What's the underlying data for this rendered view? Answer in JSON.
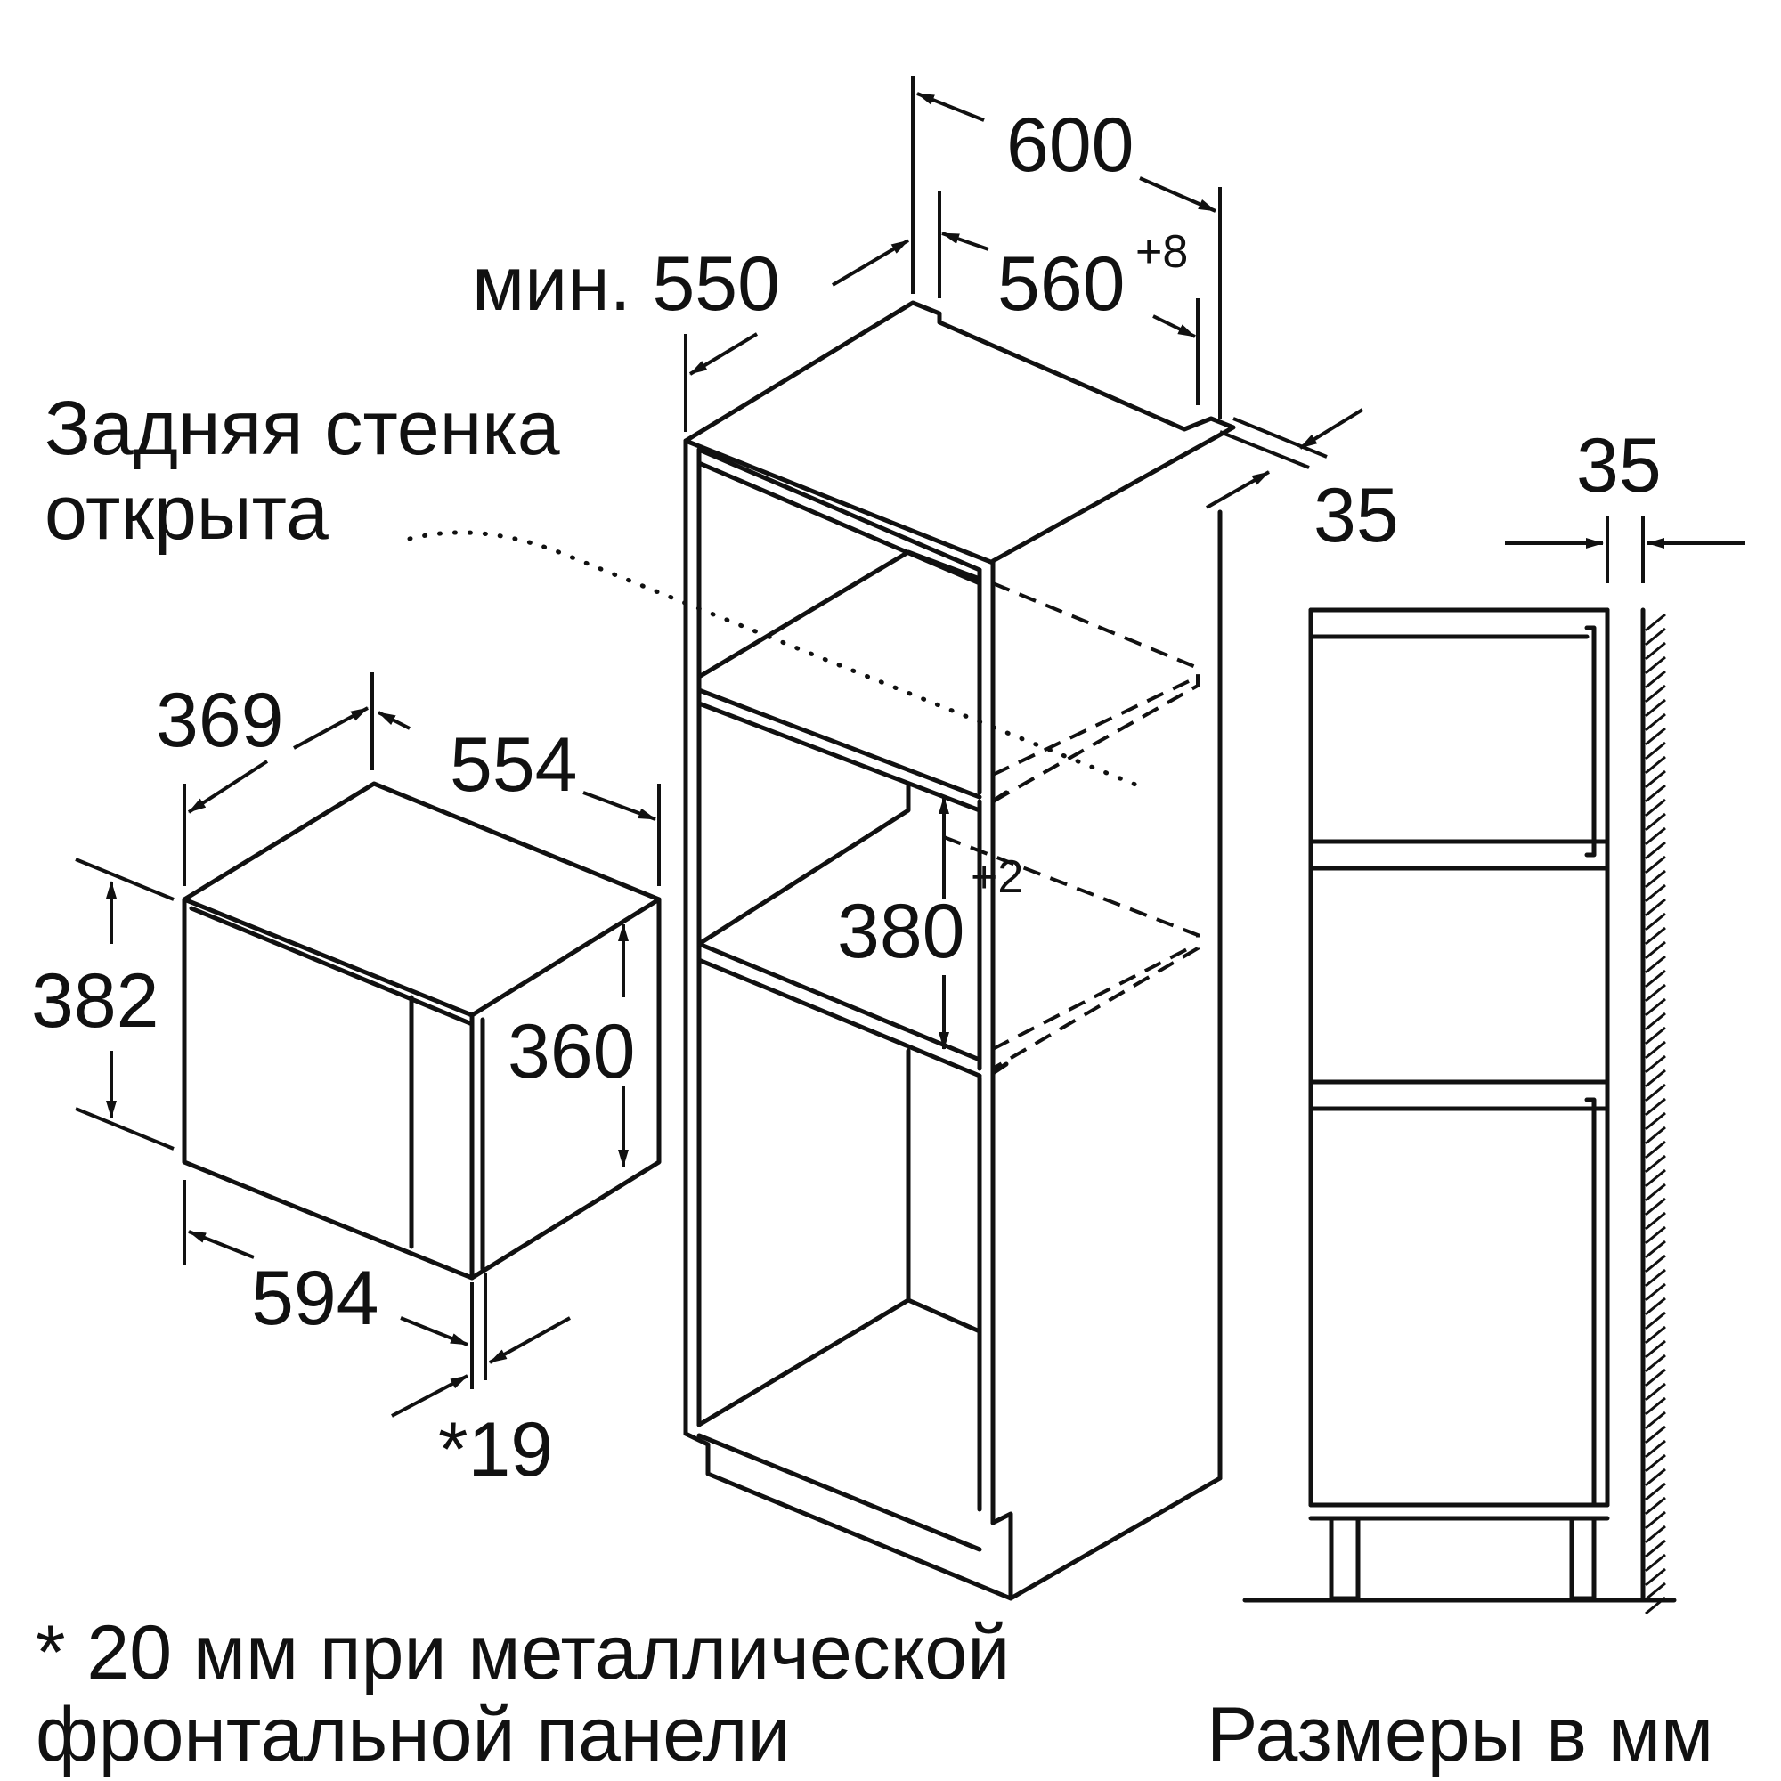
{
  "labels": {
    "d600": "600",
    "d_min550": "мин. 550",
    "d560": "560",
    "d560_tol": "+8",
    "d35_top": "35",
    "d35_side": "35",
    "back_wall_line1": "Задняя стенка",
    "back_wall_line2": "открыта",
    "d369": "369",
    "d554": "554",
    "d382": "382",
    "d360": "360",
    "d380": "380",
    "d380_tol": "+2",
    "d594": "594",
    "d19": "*19",
    "footnote_line1": "* 20 мм при металлической",
    "footnote_line2": "фронтальной панели",
    "units_note": "Размеры в мм"
  }
}
